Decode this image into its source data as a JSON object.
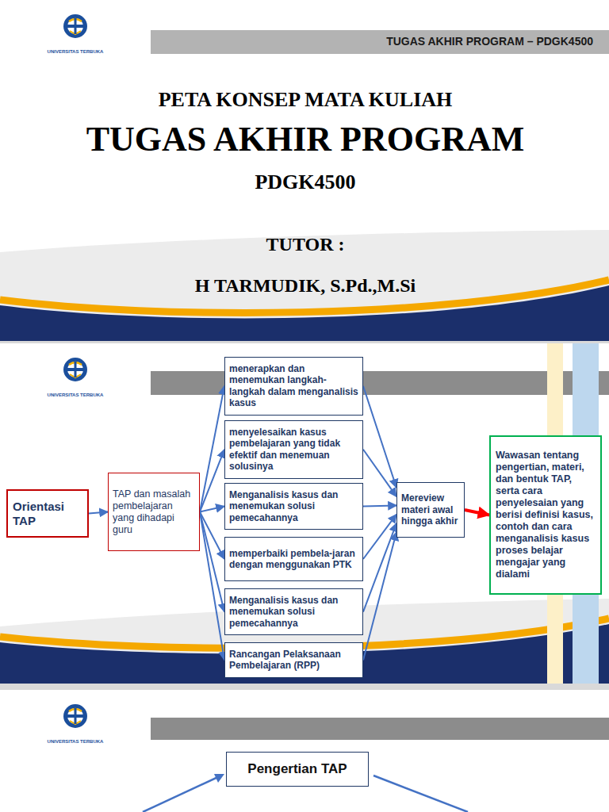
{
  "diagram": {
    "nodes": [
      {
        "text": [
          "Orientasi TAP"
        ]
      },
      {
        "text": [
          "TAP dan masalah pembelajaran yang dihadapi guru"
        ]
      },
      {
        "text": [
          "menerapkan dan menemukan langkah-langkah dalam menganalisis kasus"
        ]
      },
      {
        "text": [
          "menyelesaikan kasus pembelajaran yang tidak efektif dan menemuan solusinya"
        ]
      },
      {
        "text": [
          "Menganalisis kasus dan menemukan solusi pemecahannya"
        ]
      },
      {
        "text": [
          "memperbaiki pembela-jaran dengan menggunakan PTK"
        ]
      },
      {
        "text": [
          "Menganalisis kasus dan menemukan solusi pemecahannya"
        ]
      },
      {
        "text": [
          "Rancangan Pelaksanaan Pembelajaran (RPP)"
        ]
      },
      {
        "text": [
          "Mereview materi awal hingga akhir"
        ]
      },
      {
        "text": [
          "Wawasan tentang pengertian, materi, dan bentuk TAP, serta cara penyelesaian yang berisi definisi kasus, contoh dan cara menganalisis kasus proses belajar mengajar yang dialami"
        ]
      },
      {
        "text": [
          "Pengertian TAP"
        ]
      }
    ],
    "edges": [
      {
        "from": 0,
        "to": 1,
        "arrow": "to"
      },
      {
        "from": 1,
        "to": 2,
        "arrow": "to"
      },
      {
        "from": 1,
        "to": 3,
        "arrow": "to"
      },
      {
        "from": 1,
        "to": 4,
        "arrow": "to"
      },
      {
        "from": 1,
        "to": 5,
        "arrow": "to"
      },
      {
        "from": 1,
        "to": 6,
        "arrow": "to"
      },
      {
        "from": 1,
        "to": 7,
        "arrow": "to"
      },
      {
        "from": 2,
        "to": 8,
        "arrow": "to"
      },
      {
        "from": 3,
        "to": 8,
        "arrow": "to"
      },
      {
        "from": 4,
        "to": 8,
        "arrow": "to"
      },
      {
        "from": 5,
        "to": 8,
        "arrow": "to"
      },
      {
        "from": 6,
        "to": 8,
        "arrow": "to"
      },
      {
        "from": 7,
        "to": 8,
        "arrow": "to"
      },
      {
        "from": 8,
        "to": 9,
        "arrow": "to"
      }
    ],
    "labels": [
      "UNIVERSITAS TERBUKA",
      "TUGAS AKHIR PROGRAM – PDGK4500",
      "PETA KONSEP MATA KULIAH",
      "TUGAS AKHIR PROGRAM",
      "PDGK4500",
      "TUTOR :",
      "H TARMUDIK, S.Pd.,M.Si",
      "UNIVERSITAS TERBUKA",
      "UNIVERSITAS TERBUKA"
    ]
  }
}
